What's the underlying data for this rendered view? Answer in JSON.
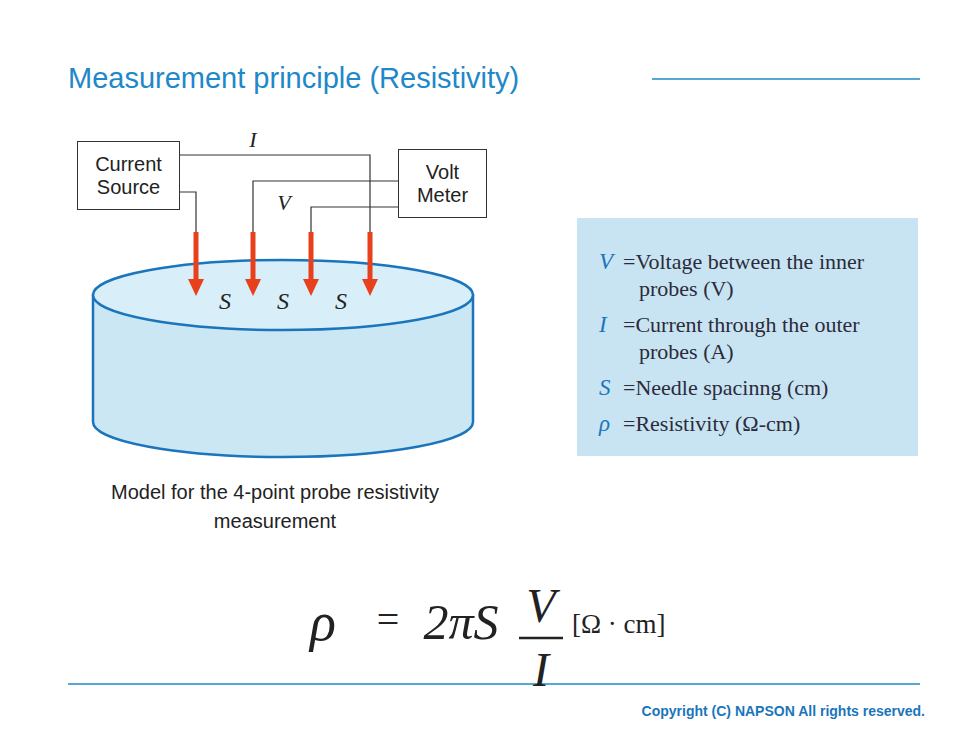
{
  "diagram": {
    "title": "Measurement principle (Resistivity)",
    "caption": "Model for the 4-point probe resistivity measurement",
    "nodes": [
      {
        "text": [
          "Current Source"
        ]
      },
      {
        "text": [
          "Volt Meter"
        ]
      },
      {
        "text": [
          "V",
          "=Voltage between the inner probes (V)",
          "I",
          "=Current through the outer probes (A)",
          "S",
          "=Needle spacinng (cm)",
          "ρ",
          "=Resistivity (Ω-cm)"
        ]
      }
    ],
    "labels": [
      "I",
      "V",
      "S",
      "S",
      "S",
      "ρ",
      "=",
      "2πS",
      "V",
      "I",
      "[Ω · cm]",
      "Copyright (C) NAPSON All rights reserved."
    ]
  }
}
